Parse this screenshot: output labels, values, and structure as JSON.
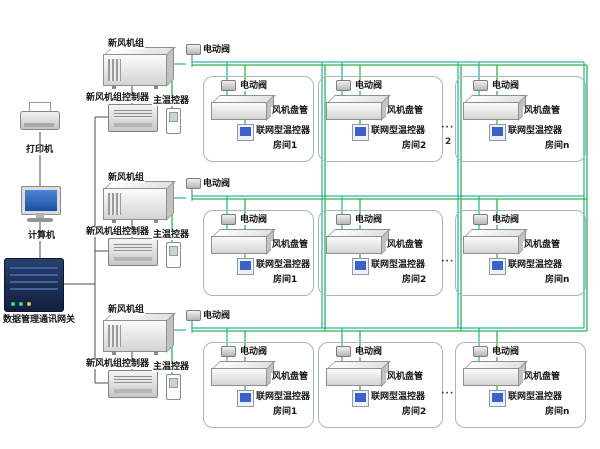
{
  "left": {
    "printer": "打印机",
    "computer": "计算机",
    "gateway": "数据管理通讯网关"
  },
  "colors": {
    "bus_teal": "#2fb3ad",
    "bus_green": "#33b44a",
    "thermostat_blue": "#3a62c8"
  },
  "rows": [
    {
      "ahu": "新风机组",
      "valve": "电动阀",
      "controller": "新风机组控制器",
      "thermostat": "主温控器",
      "gap": "···",
      "extra": "2",
      "rooms": [
        {
          "valve": "电动阀",
          "fancoil": "风机盘管",
          "thermostat": "联网型温控器",
          "name": "房间1"
        },
        {
          "valve": "电动阀",
          "fancoil": "风机盘管",
          "thermostat": "联网型温控器",
          "name": "房间2"
        },
        {
          "valve": "电动阀",
          "fancoil": "风机盘管",
          "thermostat": "联网型温控器",
          "name": "房间n"
        }
      ]
    },
    {
      "ahu": "新风机组",
      "valve": "电动阀",
      "controller": "新风机组控制器",
      "thermostat": "主温控器",
      "gap": "···",
      "rooms": [
        {
          "valve": "电动阀",
          "fancoil": "风机盘管",
          "thermostat": "联网型温控器",
          "name": "房间1"
        },
        {
          "valve": "电动阀",
          "fancoil": "风机盘管",
          "thermostat": "联网型温控器",
          "name": "房间2"
        },
        {
          "valve": "电动阀",
          "fancoil": "风机盘管",
          "thermostat": "联网型温控器",
          "name": "房间n"
        }
      ]
    },
    {
      "ahu": "新风机组",
      "valve": "电动阀",
      "controller": "新风机组控制器",
      "thermostat": "主温控器",
      "gap": "···",
      "rooms": [
        {
          "valve": "电动阀",
          "fancoil": "风机盘管",
          "thermostat": "联网型温控器",
          "name": "房间1"
        },
        {
          "valve": "电动阀",
          "fancoil": "风机盘管",
          "thermostat": "联网型温控器",
          "name": "房间2"
        },
        {
          "valve": "电动阀",
          "fancoil": "风机盘管",
          "thermostat": "联网型温控器",
          "name": "房间n"
        }
      ]
    }
  ]
}
